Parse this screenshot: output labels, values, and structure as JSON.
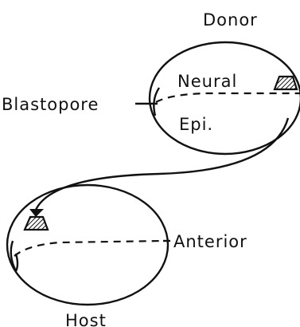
{
  "labels": {
    "donor": "Donor",
    "neural": "Neural",
    "epi": "Epi.",
    "blastopore": "Blastopore",
    "anterior": "Anterior",
    "host": "Host"
  },
  "icons": {
    "graft_tissue": "hatched-trapezoid-icon",
    "arrow": "curved-arrow-icon"
  },
  "colors": {
    "ink": "#111111",
    "background": "#ffffff"
  }
}
